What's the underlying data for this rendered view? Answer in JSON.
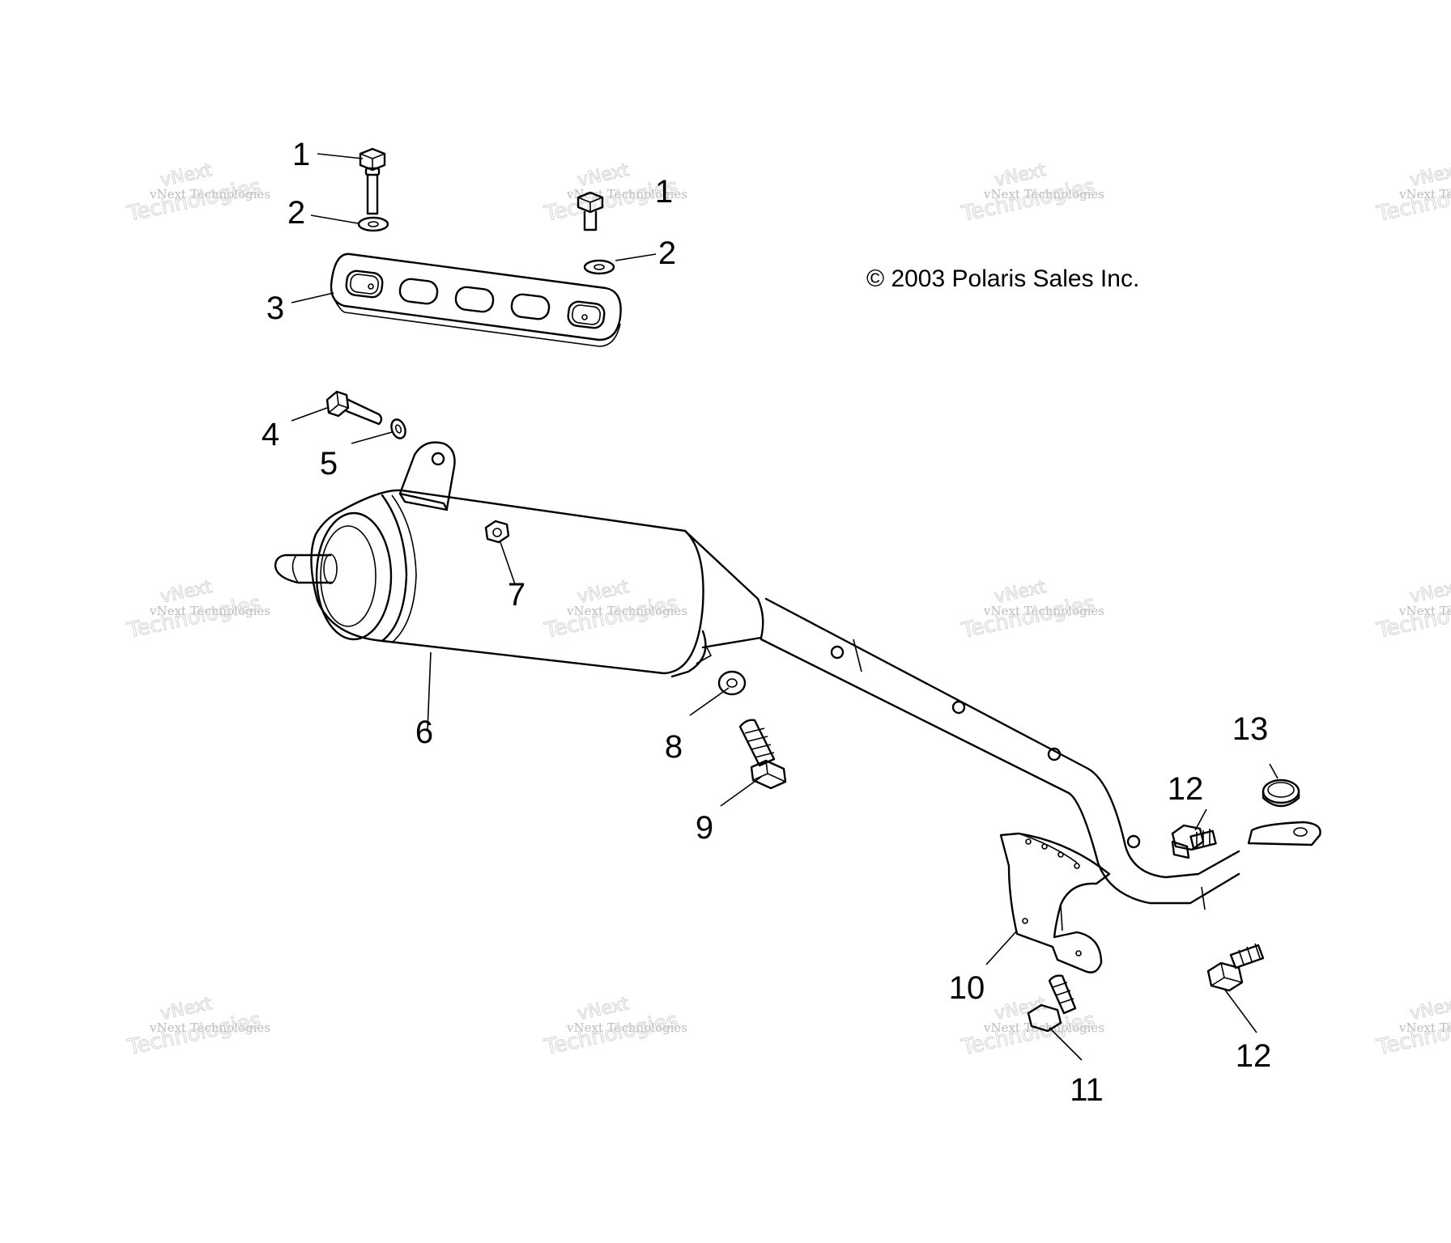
{
  "copyright": "© 2003 Polaris Sales Inc.",
  "watermark": {
    "line1": "vNext Technologies",
    "line2": "Technologies",
    "line3": "vNext"
  },
  "callouts": [
    {
      "id": "callout-1a",
      "label": "1"
    },
    {
      "id": "callout-1b",
      "label": "1"
    },
    {
      "id": "callout-2a",
      "label": "2"
    },
    {
      "id": "callout-2b",
      "label": "2"
    },
    {
      "id": "callout-3",
      "label": "3"
    },
    {
      "id": "callout-4",
      "label": "4"
    },
    {
      "id": "callout-5",
      "label": "5"
    },
    {
      "id": "callout-6",
      "label": "6"
    },
    {
      "id": "callout-7",
      "label": "7"
    },
    {
      "id": "callout-8",
      "label": "8"
    },
    {
      "id": "callout-9",
      "label": "9"
    },
    {
      "id": "callout-10",
      "label": "10"
    },
    {
      "id": "callout-11",
      "label": "11"
    },
    {
      "id": "callout-12a",
      "label": "12"
    },
    {
      "id": "callout-12b",
      "label": "12"
    },
    {
      "id": "callout-13",
      "label": "13"
    }
  ]
}
